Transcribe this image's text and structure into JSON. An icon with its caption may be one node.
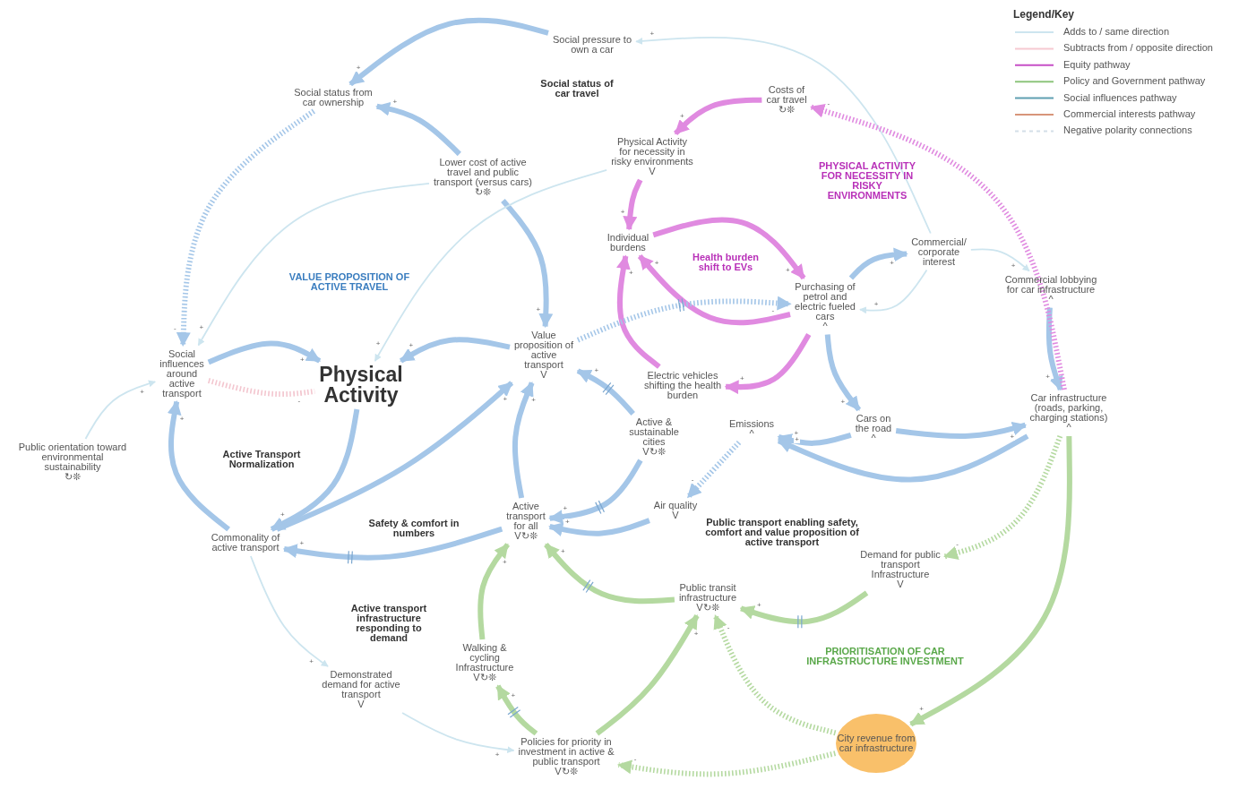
{
  "diagram": {
    "nodes": [
      {
        "text": [
          "Social pressure to own a car"
        ]
      },
      {
        "text": [
          "Social status from car ownership"
        ]
      },
      {
        "text": [
          "Costs of car travel",
          "↻❊"
        ]
      },
      {
        "text": [
          "Physical Activity for necessity in risky environments",
          "V"
        ]
      },
      {
        "text": [
          "Lower cost of active travel and public transport (versus cars)",
          "↻❊"
        ]
      },
      {
        "text": [
          "Individual burdens"
        ]
      },
      {
        "text": [
          "Commercial/ corporate interest"
        ]
      },
      {
        "text": [
          "Commercial lobbying for car infrastructure",
          "^"
        ]
      },
      {
        "text": [
          "Purchasing of petrol and electric fueled cars",
          "^"
        ]
      },
      {
        "text": [
          "Social influences around active transport"
        ]
      },
      {
        "text": [
          "Physical Activity"
        ]
      },
      {
        "text": [
          "Value proposition of active transport",
          "V"
        ]
      },
      {
        "text": [
          "Electric vehicles shifting the health burden"
        ]
      },
      {
        "text": [
          "Car infrastructure (roads, parking, charging stations)",
          "^"
        ]
      },
      {
        "text": [
          "Active & sustainable cities",
          "V↻❊"
        ]
      },
      {
        "text": [
          "Emissions",
          "^"
        ]
      },
      {
        "text": [
          "Cars on the road",
          "^"
        ]
      },
      {
        "text": [
          "Public orientation toward environmental sustainability",
          "↻❊"
        ]
      },
      {
        "text": [
          "Air quality",
          "V"
        ]
      },
      {
        "text": [
          "Commonality of active transport"
        ]
      },
      {
        "text": [
          "Active transport for all",
          "V↻❊"
        ]
      },
      {
        "text": [
          "Demand for public transport Infrastructure",
          "V"
        ]
      },
      {
        "text": [
          "Public transit infrastructure",
          "V↻❊"
        ]
      },
      {
        "text": [
          "Walking & cycling Infrastructure",
          "V↻❊"
        ]
      },
      {
        "text": [
          "Demonstrated demand for active transport",
          "V"
        ]
      },
      {
        "text": [
          "City revenue from car infrastructure"
        ]
      },
      {
        "text": [
          "Policies for priority in investment in active & public transport",
          "V↻❊"
        ]
      }
    ],
    "edges": [
      {
        "from": 0,
        "to": 1,
        "arrow": "to",
        "label": "+"
      },
      {
        "from": 6,
        "to": 0,
        "arrow": "to",
        "label": "+",
        "color": "#cde5ef"
      },
      {
        "from": 4,
        "to": 1,
        "arrow": "to",
        "label": "+"
      },
      {
        "from": 1,
        "to": 9,
        "arrow": "to",
        "label": "-",
        "style": "dashed"
      },
      {
        "from": 4,
        "to": 9,
        "arrow": "to",
        "label": "+",
        "color": "#cde5ef"
      },
      {
        "from": 4,
        "to": 11,
        "arrow": "to",
        "label": "+"
      },
      {
        "from": 2,
        "to": 3,
        "arrow": "to",
        "label": "+",
        "color": "#e08ae0"
      },
      {
        "from": 3,
        "to": 5,
        "arrow": "to",
        "label": "+",
        "color": "#e08ae0"
      },
      {
        "from": 3,
        "to": 10,
        "arrow": "to",
        "label": "+",
        "color": "#cde5ef"
      },
      {
        "from": 5,
        "to": 8,
        "arrow": "to",
        "label": "+",
        "color": "#e08ae0"
      },
      {
        "from": 8,
        "to": 5,
        "arrow": "to",
        "label": "+",
        "color": "#e08ae0"
      },
      {
        "from": 12,
        "to": 5,
        "arrow": "to",
        "label": "+",
        "color": "#e08ae0"
      },
      {
        "from": 8,
        "to": 12,
        "arrow": "to",
        "label": "+",
        "color": "#e08ae0"
      },
      {
        "from": 11,
        "to": 8,
        "arrow": "to",
        "label": "-",
        "style": "dashed"
      },
      {
        "from": 8,
        "to": 6,
        "arrow": "to",
        "label": "+"
      },
      {
        "from": 6,
        "to": 8,
        "arrow": "to",
        "label": "+",
        "color": "#cde5ef"
      },
      {
        "from": 6,
        "to": 7,
        "arrow": "to",
        "label": "+",
        "color": "#cde5ef"
      },
      {
        "from": 7,
        "to": 13,
        "arrow": "to",
        "label": "+"
      },
      {
        "from": 13,
        "to": 2,
        "arrow": "to",
        "label": "-",
        "style": "dashed",
        "color": "#e08ae0"
      },
      {
        "from": 8,
        "to": 16,
        "arrow": "to",
        "label": "+"
      },
      {
        "from": 9,
        "to": 10,
        "arrow": "to",
        "label": "+"
      },
      {
        "from": 11,
        "to": 10,
        "arrow": "to",
        "label": "+"
      },
      {
        "from": 9,
        "to": 10,
        "arrow": "none",
        "label": "-",
        "style": "dashed",
        "color": "#f3c6cf"
      },
      {
        "from": 17,
        "to": 9,
        "arrow": "to",
        "label": "+",
        "color": "#cde5ef"
      },
      {
        "from": 19,
        "to": 9,
        "arrow": "to",
        "label": "+"
      },
      {
        "from": 10,
        "to": 19,
        "arrow": "to",
        "label": "+"
      },
      {
        "from": 19,
        "to": 11,
        "arrow": "to",
        "label": "+"
      },
      {
        "from": 20,
        "to": 11,
        "arrow": "to",
        "label": "+"
      },
      {
        "from": 14,
        "to": 11,
        "arrow": "to",
        "label": "+"
      },
      {
        "from": 14,
        "to": 20,
        "arrow": "to",
        "label": "+"
      },
      {
        "from": 18,
        "to": 20,
        "arrow": "to",
        "label": "+"
      },
      {
        "from": 15,
        "to": 18,
        "arrow": "to",
        "label": "-",
        "style": "dashed"
      },
      {
        "from": 16,
        "to": 15,
        "arrow": "to",
        "label": "+"
      },
      {
        "from": 16,
        "to": 13,
        "arrow": "to",
        "label": "+"
      },
      {
        "from": 13,
        "to": 15,
        "arrow": "to",
        "label": "+"
      },
      {
        "from": 20,
        "to": 19,
        "arrow": "to",
        "label": "+"
      },
      {
        "from": 19,
        "to": 24,
        "arrow": "to",
        "label": "+",
        "color": "#cde5ef"
      },
      {
        "from": 24,
        "to": 26,
        "arrow": "to",
        "label": "+",
        "color": "#cde5ef"
      },
      {
        "from": 26,
        "to": 23,
        "arrow": "to",
        "label": "+",
        "color": "#b4d9a0"
      },
      {
        "from": 23,
        "to": 20,
        "arrow": "to",
        "label": "+",
        "color": "#b4d9a0"
      },
      {
        "from": 22,
        "to": 20,
        "arrow": "to",
        "label": "+",
        "color": "#b4d9a0"
      },
      {
        "from": 26,
        "to": 22,
        "arrow": "to",
        "label": "+",
        "color": "#b4d9a0"
      },
      {
        "from": 21,
        "to": 22,
        "arrow": "to",
        "label": "+",
        "color": "#b4d9a0"
      },
      {
        "from": 13,
        "to": 21,
        "arrow": "to",
        "label": "-",
        "style": "dashed",
        "color": "#b4d9a0"
      },
      {
        "from": 13,
        "to": 25,
        "arrow": "to",
        "label": "+",
        "color": "#b4d9a0"
      },
      {
        "from": 25,
        "to": 22,
        "arrow": "to",
        "label": "-",
        "style": "dashed",
        "color": "#b4d9a0"
      },
      {
        "from": 25,
        "to": 26,
        "arrow": "to",
        "label": "-",
        "style": "dashed",
        "color": "#b4d9a0"
      }
    ],
    "labels": [
      "Legend/Key",
      "Social status of car travel",
      "PHYSICAL ACTIVITY FOR NECESSITY IN RISKY ENVIRONMENTS",
      "Health burden shift to EVs",
      "VALUE PROPOSITION OF ACTIVE TRAVEL",
      "Active Transport Normalization",
      "Safety & comfort in numbers",
      "Public transport enabling safety, comfort and value proposition of active transport",
      "Active transport infrastructure responding to demand",
      "PRIORITISATION OF CAR INFRASTRUCTURE INVESTMENT"
    ],
    "legend": [
      {
        "text": "Adds to / same direction"
      },
      {
        "text": "Subtracts from / opposite direction"
      },
      {
        "text": "Equity pathway"
      },
      {
        "text": "Policy and Government pathway"
      },
      {
        "text": "Social influences pathway"
      },
      {
        "text": "Commercial interests pathway"
      },
      {
        "text": "Negative polarity connections"
      }
    ]
  }
}
